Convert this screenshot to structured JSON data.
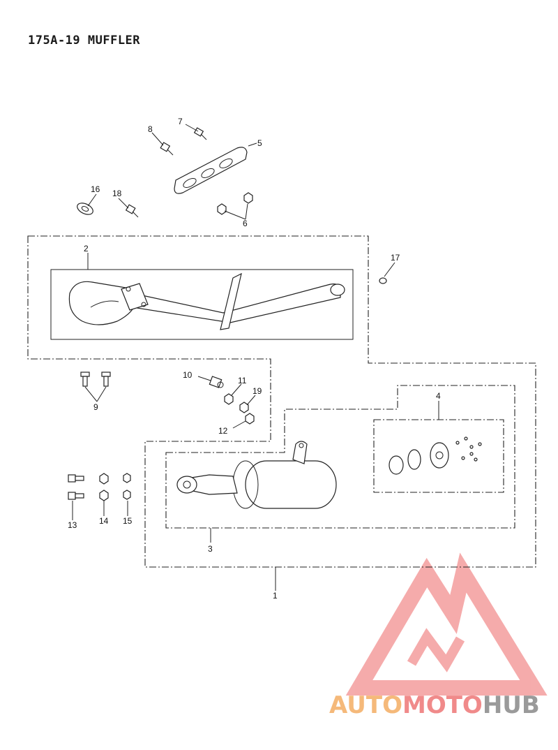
{
  "title": "175A-19 MUFFLER",
  "callouts": {
    "c1": "1",
    "c2": "2",
    "c3": "3",
    "c4": "4",
    "c5": "5",
    "c6": "6",
    "c7": "7",
    "c8": "8",
    "c9": "9",
    "c10": "10",
    "c11": "11",
    "c12": "12",
    "c13": "13",
    "c14": "14",
    "c15": "15",
    "c16": "16",
    "c17": "17",
    "c18": "18",
    "c19": "19"
  },
  "watermark": {
    "part1": "AUTO",
    "part2": "MOTO",
    "part3": "HUB",
    "color1": "#f5b97a",
    "color2": "#f08a8a",
    "color3": "#9a9a9a",
    "triangle_color": "#f4a3a3"
  }
}
